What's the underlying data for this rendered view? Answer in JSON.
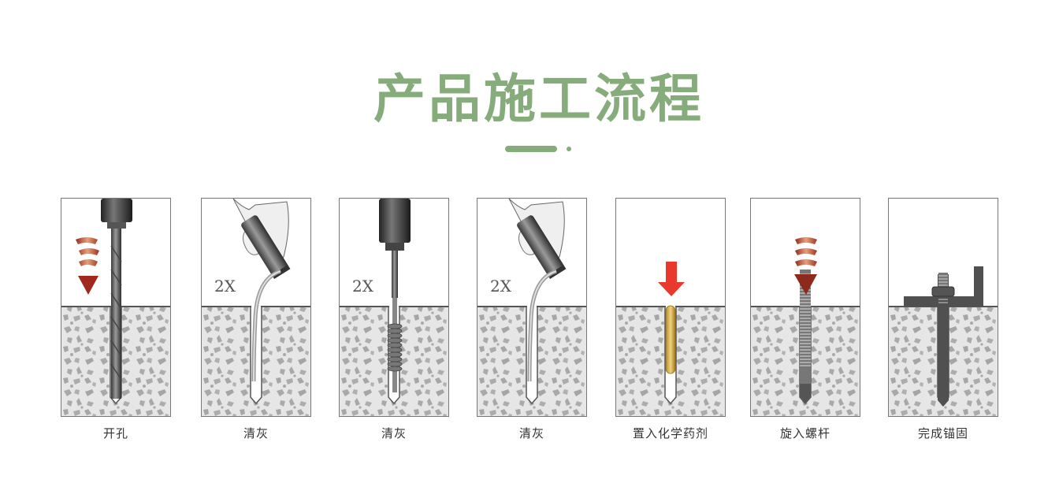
{
  "header": {
    "title": "产品施工流程",
    "accent_color": "#86ac7c"
  },
  "concrete": {
    "base_color": "#e6e6e6",
    "aggregate_color": "#a9a9a9",
    "border_color": "#555555"
  },
  "steps": [
    {
      "label": "开孔",
      "annotation": "",
      "icon": "drill-icon",
      "arrow_color": "#a0281e"
    },
    {
      "label": "清灰",
      "annotation": "2X",
      "icon": "blower-pump-icon"
    },
    {
      "label": "清灰",
      "annotation": "2X",
      "icon": "brush-drill-icon"
    },
    {
      "label": "清灰",
      "annotation": "2X",
      "icon": "blower-pump-icon"
    },
    {
      "label": "置入化学药剂",
      "annotation": "",
      "icon": "chemical-capsule-icon",
      "arrow_color": "#e8392c"
    },
    {
      "label": "旋入螺杆",
      "annotation": "",
      "icon": "threaded-rod-icon",
      "arrow_color": "#a0281e"
    },
    {
      "label": "完成锚固",
      "annotation": "",
      "icon": "anchored-bolt-icon"
    }
  ]
}
